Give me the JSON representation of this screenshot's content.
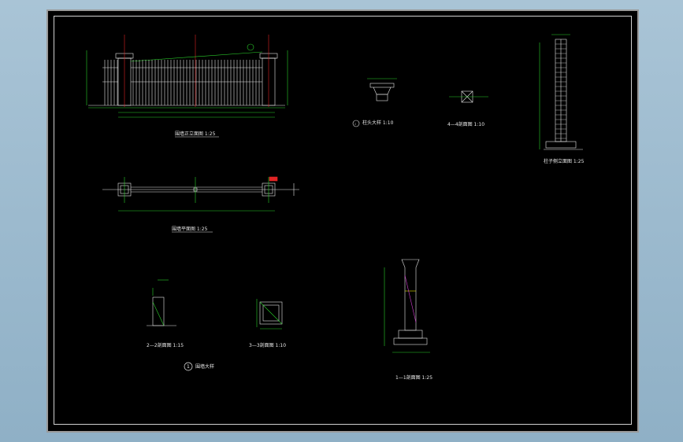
{
  "drawing": {
    "titles": {
      "elevation": "围墙正立面图 1:25",
      "plan": "围墙平面图 1:25",
      "sec22": "2—2剖面图 1:15",
      "sec33": "3—3剖面图 1:10",
      "sec11": "1—1剖面图 1:25",
      "sec44": "4—4剖面图 1:10",
      "detail_cap": "柱头大样 1:10",
      "detail_col": "柱子侧立面图 1:25",
      "detail_main": "围墙大样"
    },
    "detail_circle_main": "1",
    "detail_circle_cap": "2"
  },
  "colors": {
    "background": "#000000",
    "line": "#e6e6e6",
    "dim_green": "#2bd12b",
    "accent_red": "#e02424",
    "yellow": "#e6e600",
    "magenta": "#d03cd0"
  }
}
